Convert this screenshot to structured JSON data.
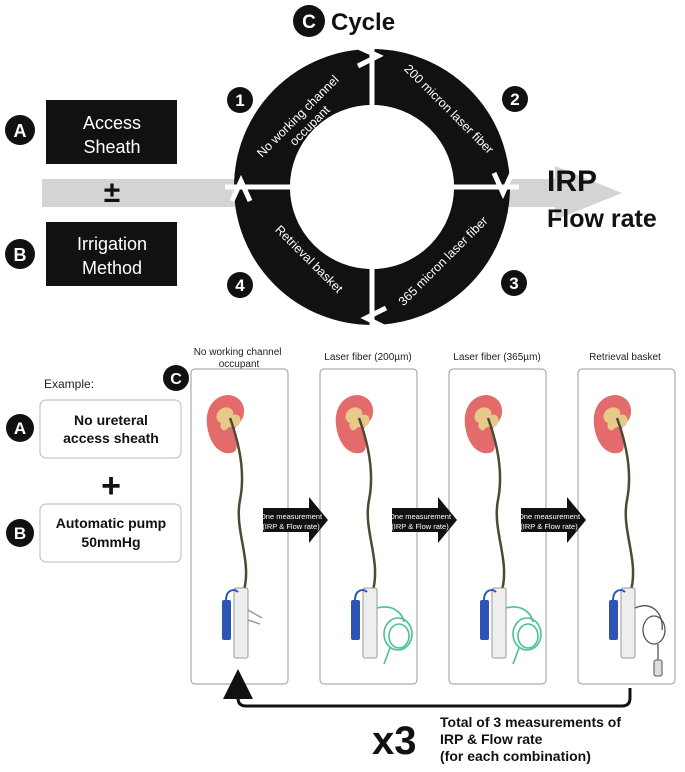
{
  "top": {
    "cycle_letter": "C",
    "cycle_title": "Cycle",
    "factor_a": {
      "letter": "A",
      "line1": "Access",
      "line2": "Sheath"
    },
    "plus_minus": "±",
    "factor_b": {
      "letter": "B",
      "line1": "Irrigation",
      "line2": "Method"
    },
    "outcome": {
      "line1": "IRP",
      "line2": "Flow rate"
    },
    "segments": [
      {
        "number": "1",
        "line1": "No working channel",
        "line2": "occupant"
      },
      {
        "number": "2",
        "line1": "200 micron laser fiber"
      },
      {
        "number": "3",
        "line1": "365 micron laser fiber"
      },
      {
        "number": "4",
        "line1": "Retrieval basket"
      }
    ]
  },
  "bottom": {
    "example_label": "Example:",
    "example_a": {
      "letter": "A",
      "line1": "No ureteral",
      "line2": "access sheath"
    },
    "plus": "+",
    "example_b": {
      "letter": "B",
      "line1": "Automatic pump",
      "line2": "50mmHg"
    },
    "cycle_letter": "C",
    "panels": [
      {
        "line1": "No working channel",
        "line2": "occupant"
      },
      {
        "line1": "Laser fiber (200µm)"
      },
      {
        "line1": "Laser fiber (365µm)"
      },
      {
        "line1": "Retrieval basket"
      }
    ],
    "measure_arrow": {
      "line1": "One measurement",
      "line2": "(IRP & Flow rate)"
    },
    "repeat": {
      "multiplier": "x3",
      "line1": "Total of 3 measurements of",
      "line2": "IRP & Flow rate",
      "line3": "(for each combination)"
    }
  },
  "colors": {
    "black": "#111111",
    "gray_arrow": "#d2d4d6",
    "kidney": "#e36b6b",
    "pelvis": "#e7c98a",
    "scope_blue": "#2f54b8",
    "fiber_green": "#49c48c"
  }
}
